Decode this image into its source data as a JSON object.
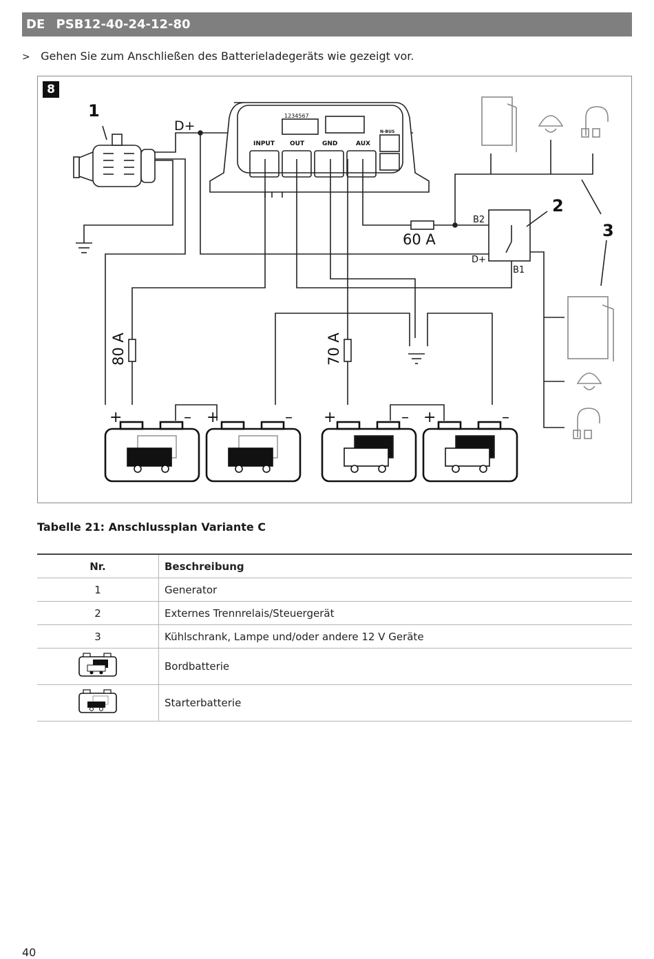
{
  "header": {
    "lang": "DE",
    "model": "PSB12-40-24-12-80"
  },
  "instruction": {
    "bullet": ">",
    "text": "Gehen Sie zum Anschließen des Batterieladegeräts wie gezeigt vor."
  },
  "figure": {
    "number": "8",
    "callouts": {
      "c1": "1",
      "c2": "2",
      "c3": "3"
    },
    "labels": {
      "dplus_top": "D+",
      "dplus_relay": "D+",
      "b2": "B2",
      "b1": "B1",
      "fuse_aux": "60 A",
      "fuse_starter": "80 A",
      "fuse_board": "70 A"
    },
    "ports": {
      "input": "INPUT",
      "out": "OUT",
      "gnd": "GND",
      "aux": "AUX",
      "nbus": "N-BUS",
      "dip": "1234567"
    },
    "battery_terms": {
      "plus": "+",
      "minus": "–"
    }
  },
  "table": {
    "caption": "Tabelle 21: Anschlussplan Variante C",
    "headers": {
      "nr": "Nr.",
      "desc": "Beschreibung"
    },
    "rows": [
      {
        "nr": "1",
        "desc": "Generator"
      },
      {
        "nr": "2",
        "desc": "Externes Trennrelais/Steuergerät"
      },
      {
        "nr": "3",
        "desc": "Kühlschrank, Lampe und/oder andere  12 V  Geräte"
      },
      {
        "icon": "board-battery-icon",
        "desc": "Bordbatterie"
      },
      {
        "icon": "starter-battery-icon",
        "desc": "Starterbatterie"
      }
    ]
  },
  "page_number": "40"
}
